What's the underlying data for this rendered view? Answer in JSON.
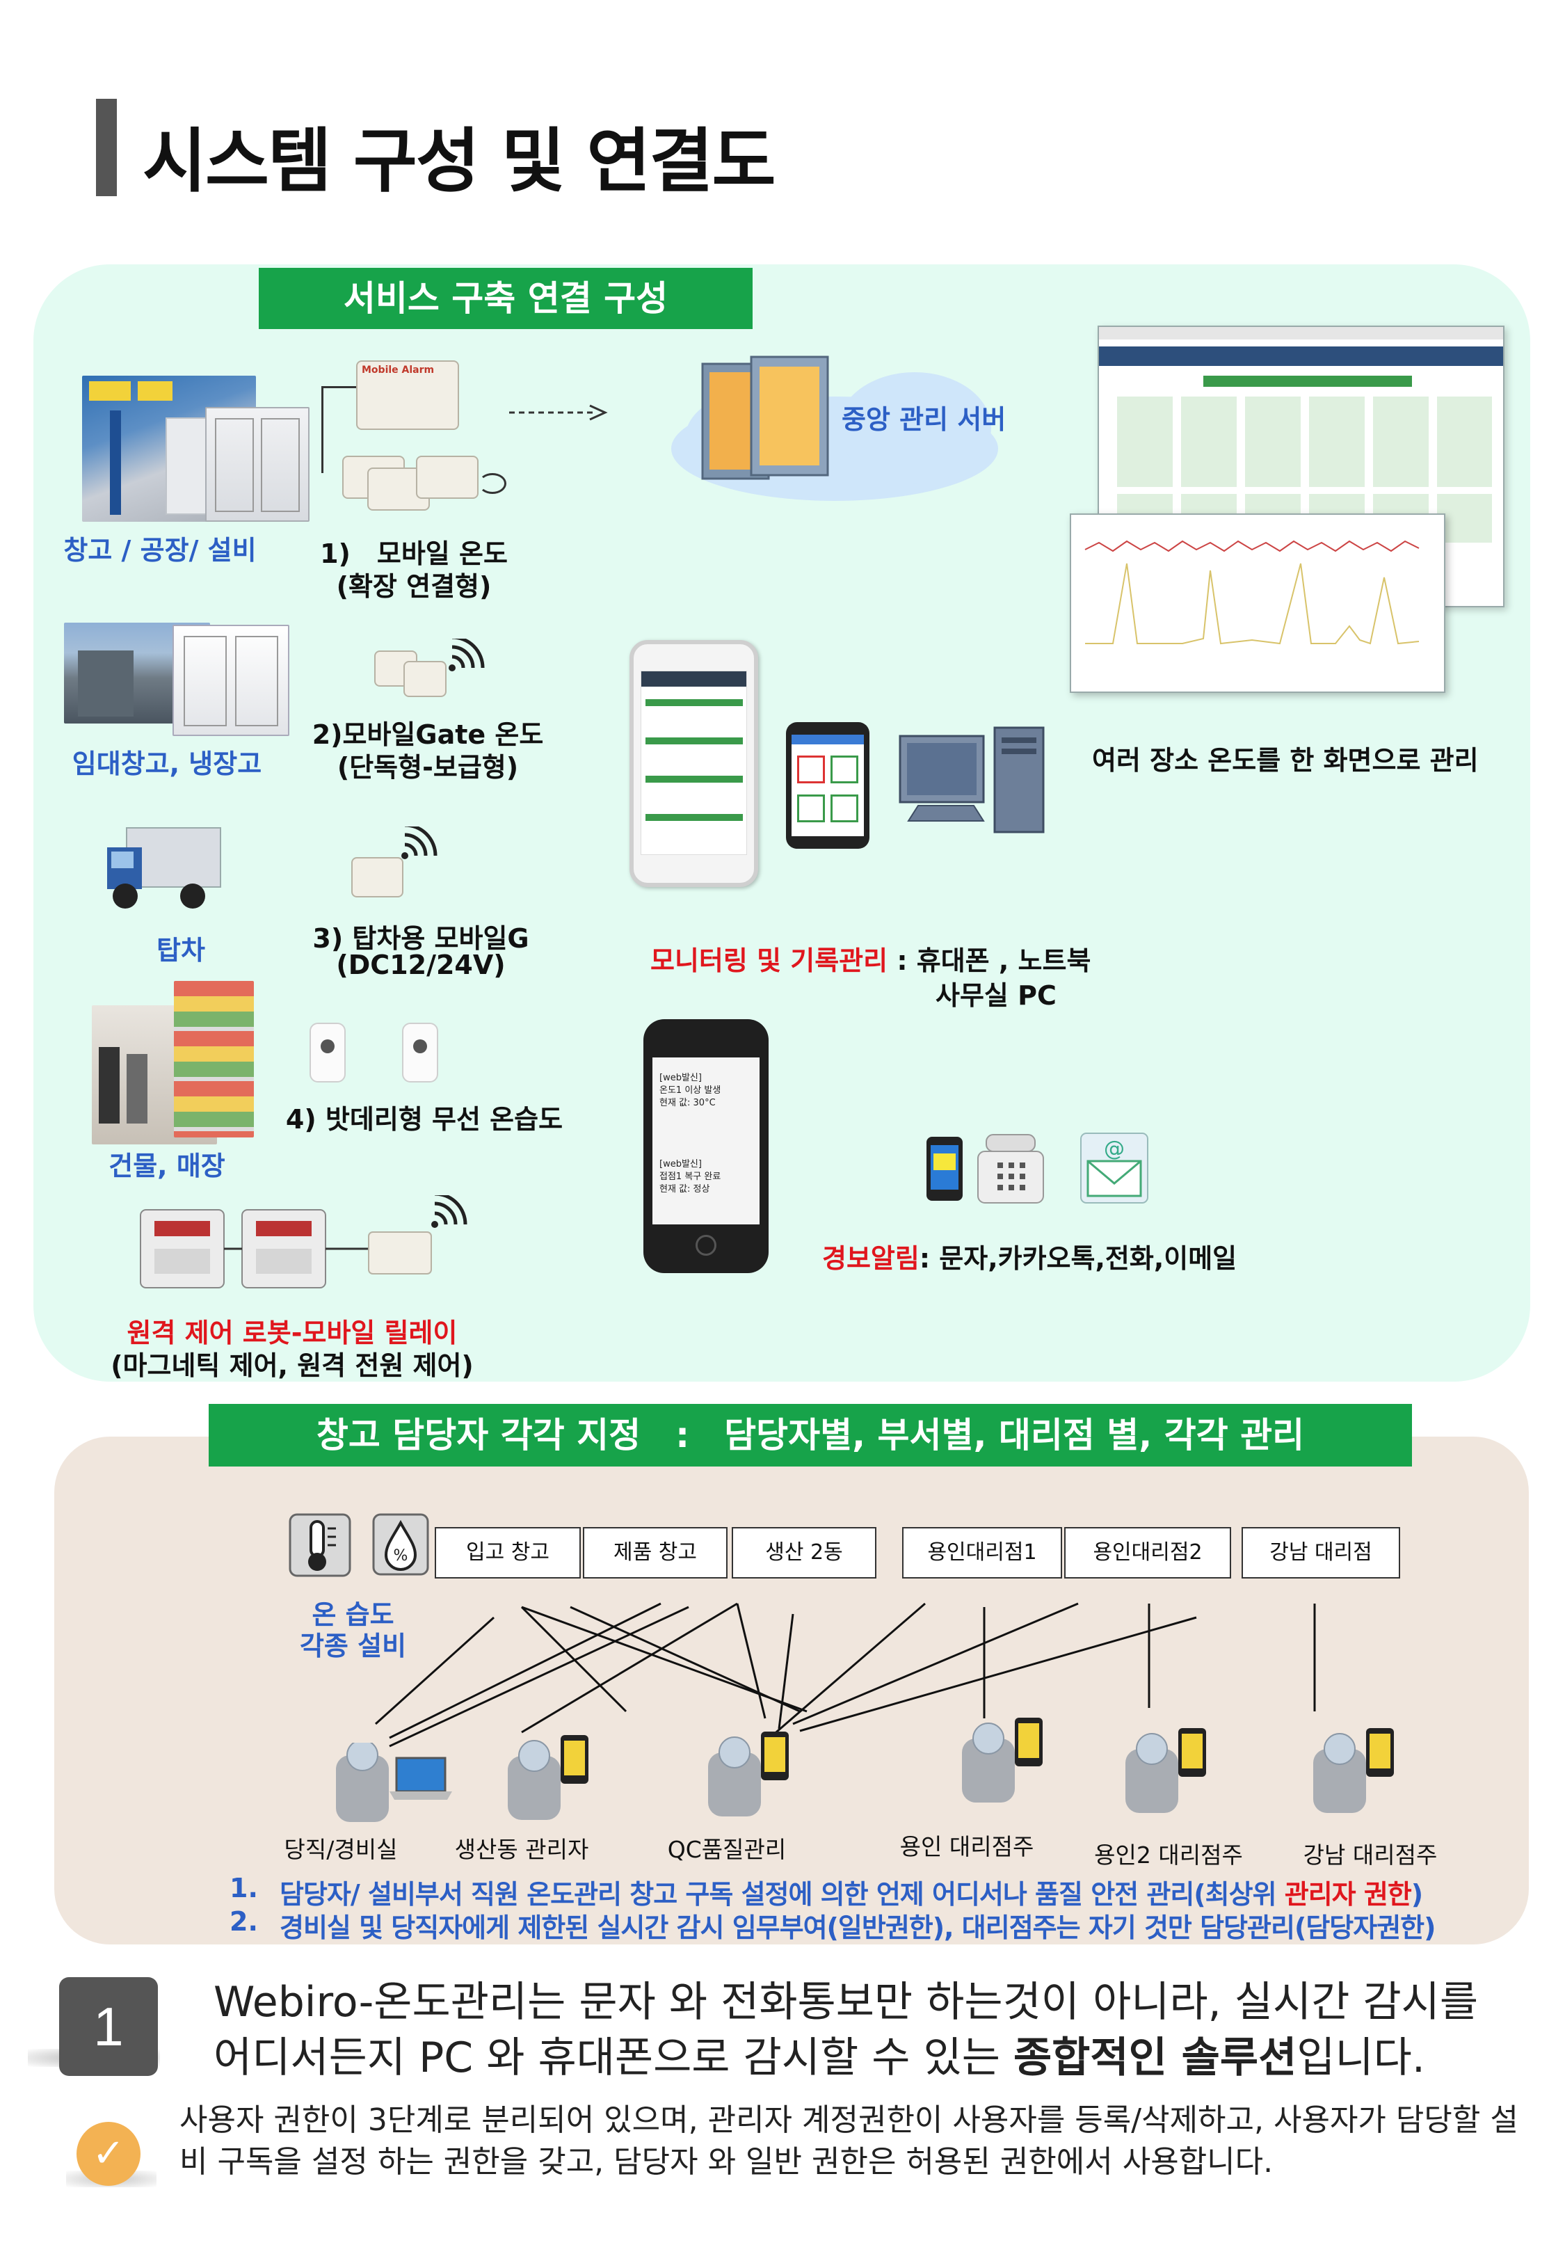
{
  "page_title": "시스템 구성 및 연결도",
  "section1": {
    "banner": "서비스 구축 연결 구성",
    "sites": [
      {
        "label": "창고 / 공장/ 설비"
      },
      {
        "label": "임대창고, 냉장고"
      },
      {
        "label": "탑차"
      },
      {
        "label": "건물, 매장"
      }
    ],
    "devices": [
      {
        "line1": "1)　모바일 온도",
        "line2": "(확장 연결형)"
      },
      {
        "line1": "2)모바일Gate 온도",
        "line2": "(단독형-보급형)"
      },
      {
        "line1": "3) 탑차용 모바일G",
        "line2": "(DC12/24V)"
      },
      {
        "line1": "4) 밧데리형 무선 온습도",
        "line2": ""
      }
    ],
    "device_logo": "Mobile Alarm",
    "relay": {
      "line1": "원격 제어 로봇-모바일 릴레이",
      "line2": "(마그네틱 제어, 원격 전원 제어)"
    },
    "server_label": "중앙 관리 서버",
    "dashboard_caption": "여러 장소 온도를 한 화면으로 관리",
    "monitoring": {
      "highlight": "모니터링 및 기록관리",
      "rest": " : 휴대폰 , 노트북",
      "line2": "사무실 PC"
    },
    "sms_lines": [
      "[web발신]",
      "온도1 이상 발생",
      "현재 값: 30°C",
      "[web발신]",
      "접점1 복구 완료",
      "현재 값: 정상"
    ],
    "alarm": {
      "highlight": "경보알림",
      "rest": ": 문자,카카오톡,전화,이메일"
    }
  },
  "section2": {
    "banner": "창고 담당자 각각 지정　:　담당자별, 부서별, 대리점 별, 각각 관리",
    "sensor_label_1": "온 습도",
    "sensor_label_2": "각종 설비",
    "locations": [
      "입고 창고",
      "제품 창고",
      "생산 2동",
      "용인대리점1",
      "용인대리점2",
      "강남 대리점"
    ],
    "people": [
      "당직/경비실",
      "생산동 관리자",
      "QC품질관리",
      "용인 대리점주",
      "용인2 대리점주",
      "강남 대리점주"
    ],
    "notes": [
      {
        "num": "1.",
        "text": "담당자/ 설비부서 직원 온도관리 창고 구독 설정에 의한 언제 어디서나 품질 안전 관리(최상위 ",
        "highlight": "관리자 권한",
        "tail": ")"
      },
      {
        "num": "2.",
        "text": "경비실 및 당직자에게 제한된 실시간 감시 임무부여(일반권한), 대리점주는 자기 것만 담당관리(담당자권한)"
      }
    ]
  },
  "bottom": {
    "number": "1",
    "statement_pre": "Webiro-온도관리는 문자 와 전화통보만 하는것이 아니라, 실시간 감시를 어디서든지 PC 와 휴대폰으로 감시할 수 있는 ",
    "statement_bold": "종합적인 솔루션",
    "statement_post": "입니다.",
    "sub_statement": "사용자 권한이 3단계로 분리되어 있으며, 관리자 계정권한이 사용자를 등록/삭제하고, 사용자가 담당할 설비 구독을 설정 하는 권한을 갖고, 담당자 와 일반 권한은 허용된 권한에서 사용합니다."
  },
  "colors": {
    "green_banner": "#17a34a",
    "label_blue": "#2c5fc5",
    "highlight_red": "#e0161d",
    "section1_bg": "#e3fbf2",
    "section2_bg": "#f0e6dd"
  }
}
